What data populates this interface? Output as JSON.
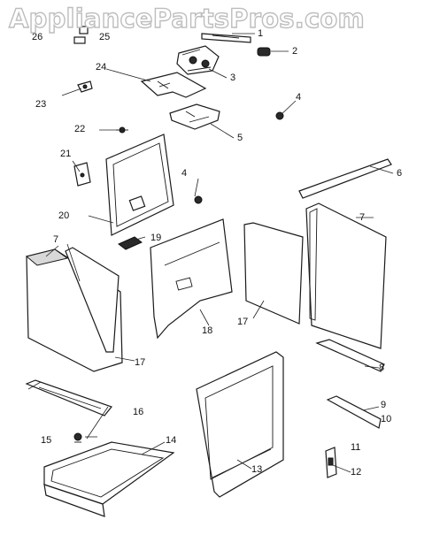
{
  "watermark": "AppliancePartsPros.com",
  "callouts": [
    "1",
    "2",
    "3",
    "4",
    "4",
    "5",
    "6",
    "7",
    "7",
    "8",
    "9",
    "10",
    "11",
    "12",
    "13",
    "14",
    "15",
    "16",
    "17",
    "17",
    "18",
    "19",
    "20",
    "21",
    "22",
    "23",
    "24",
    "25",
    "26"
  ]
}
